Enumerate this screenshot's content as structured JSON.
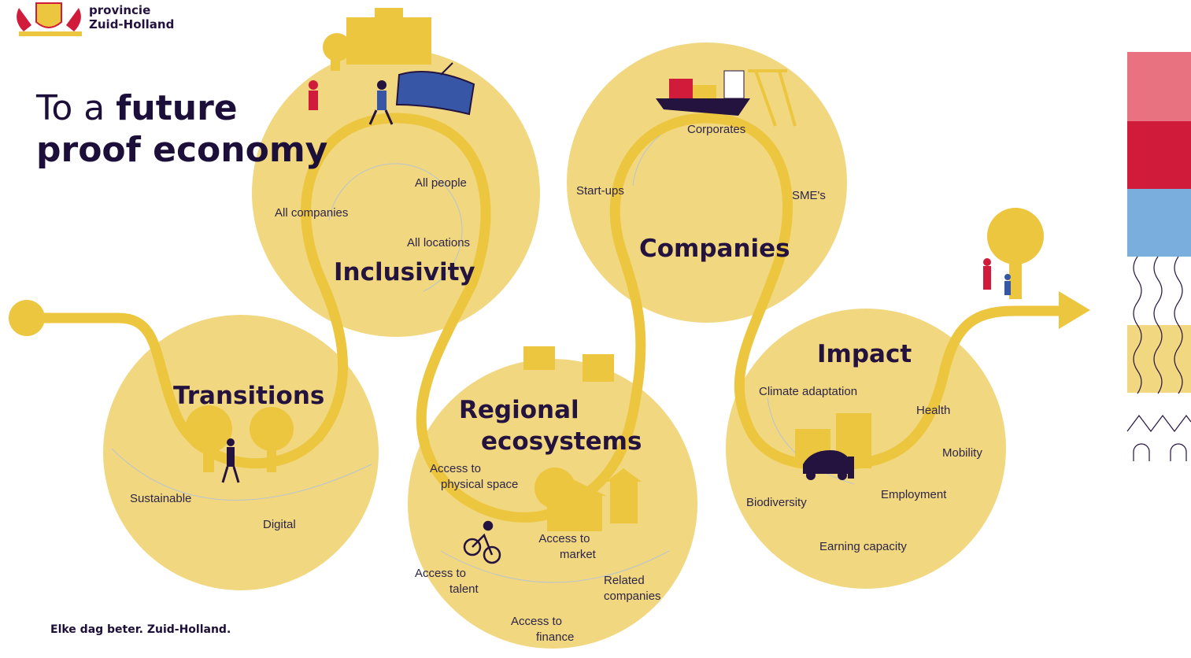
{
  "brand": {
    "line1": "provincie",
    "line2": "Zuid-Holland"
  },
  "title": {
    "part1": "To a ",
    "bold1": "future",
    "bold2": "proof economy"
  },
  "tagline": "Elke dag beter. Zuid-Holland.",
  "colors": {
    "circle": "#f1d77f",
    "road": "#ecc63f",
    "ink": "#24123f",
    "stripe_pink": "#e8727f",
    "stripe_red": "#d01c3a",
    "stripe_blue": "#7aaedd"
  },
  "sections": {
    "transitions": {
      "heading": "Transitions",
      "items": [
        "Sustainable",
        "Digital"
      ]
    },
    "inclusivity": {
      "heading": "Inclusivity",
      "items": [
        "All people",
        "All companies",
        "All locations"
      ]
    },
    "companies": {
      "heading": "Companies",
      "items": [
        "Corporates",
        "Start-ups",
        "SME's"
      ]
    },
    "regional": {
      "heading_line1": "Regional",
      "heading_line2": "ecosystems",
      "items": [
        {
          "line1": "Access to",
          "line2": "physical space"
        },
        {
          "line1": "Access to",
          "line2": "market"
        },
        {
          "line1": "Access to",
          "line2": "talent"
        },
        {
          "line1": "Related",
          "line2": "companies"
        },
        {
          "line1": "Access to",
          "line2": "finance"
        }
      ]
    },
    "impact": {
      "heading": "Impact",
      "items": [
        "Climate adaptation",
        "Health",
        "Mobility",
        "Employment",
        "Biodiversity",
        "Earning capacity"
      ]
    }
  },
  "icons": {
    "logo": "coat-of-arms-icon",
    "city": "city-buildings-icon",
    "tram": "tram-icon",
    "ship": "cargo-ship-icon",
    "crane": "harbour-crane-icon",
    "car": "electric-car-icon",
    "tree": "tree-icon",
    "bicycle": "cyclist-icon"
  }
}
